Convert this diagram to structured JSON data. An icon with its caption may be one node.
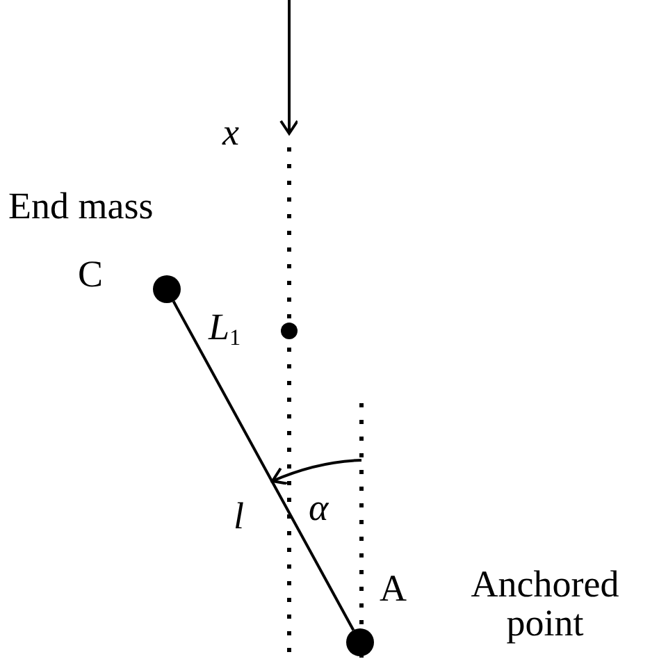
{
  "diagram": {
    "nodes": [
      {
        "text": [
          "C"
        ],
        "beside": [
          "End mass"
        ]
      },
      {
        "text": [
          "A"
        ],
        "beside": [
          "Anchored point"
        ]
      }
    ],
    "edges": [
      {
        "from": 0,
        "to": 1,
        "arrow": "none"
      }
    ],
    "labels": [
      "*x*",
      "*L*$_{1}$",
      "*l*",
      "*α*"
    ]
  }
}
